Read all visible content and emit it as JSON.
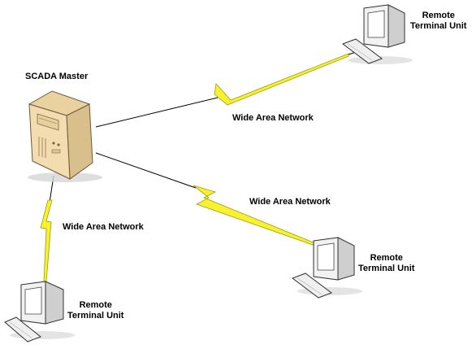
{
  "master": {
    "label": "SCADA Master",
    "icon": "server-tower-icon"
  },
  "links": [
    {
      "label": "Wide Area Network"
    },
    {
      "label": "Wide Area Network"
    },
    {
      "label": "Wide Area Network"
    }
  ],
  "rtus": [
    {
      "line1": "Remote",
      "line2": "Terminal Unit",
      "icon": "workstation-icon"
    },
    {
      "line1": "Remote",
      "line2": "Terminal Unit",
      "icon": "workstation-icon"
    },
    {
      "line1": "Remote",
      "line2": "Terminal Unit",
      "icon": "workstation-icon"
    }
  ],
  "colors": {
    "lightning": "#f7f230",
    "lightning_stroke": "#a09a10",
    "server_body": "#f3ddb0",
    "server_side": "#d9bf8c",
    "monitor_body": "#f2f2f2",
    "monitor_screen": "#ffffff",
    "shadow": "#cfcfcf"
  }
}
